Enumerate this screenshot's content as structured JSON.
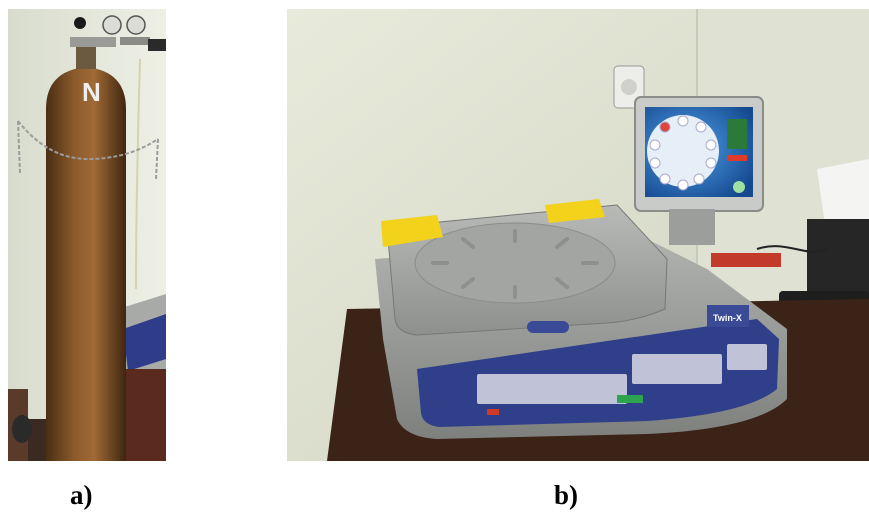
{
  "figure": {
    "panels": [
      {
        "label": "a)",
        "subject": "nitrogen-gas-cylinder-with-regulator",
        "cylinder_marking": "N"
      },
      {
        "label": "b)",
        "subject": "xrf-spectrometer-with-touchscreen",
        "device_brand": "Twin-X"
      }
    ]
  },
  "colors": {
    "cylinder": "#7a4f26",
    "wall": "#e4e6d6",
    "instrument": "#a6a8a6",
    "keyboard_panel": "#2f3f8a",
    "warning_label": "#f2d21a",
    "screen": "#1f5fae"
  }
}
